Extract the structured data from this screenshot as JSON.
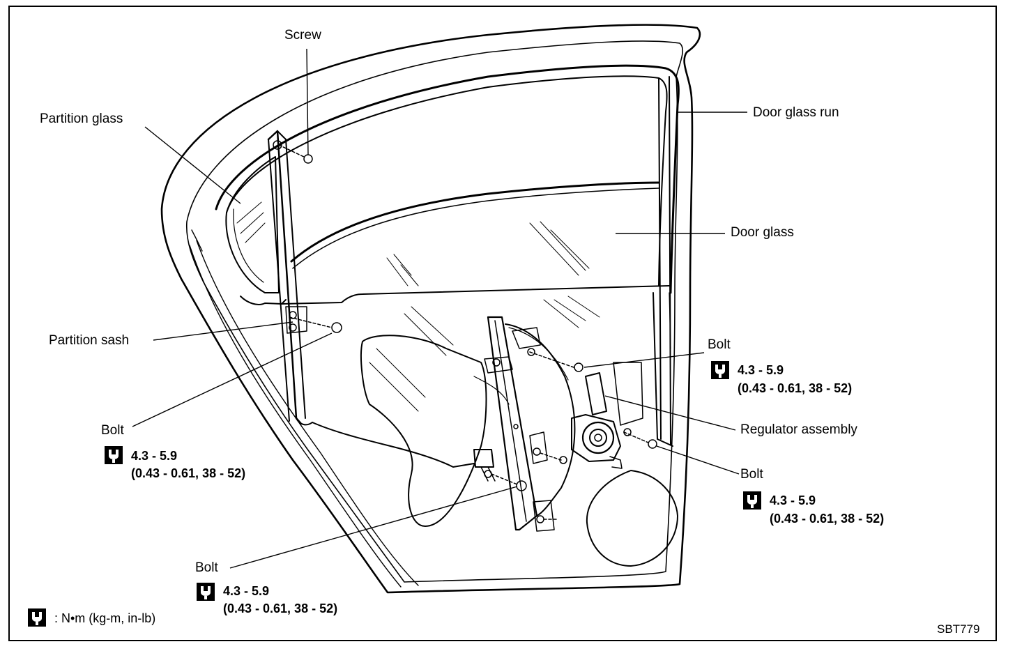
{
  "labels": {
    "screw": "Screw",
    "partition_glass": "Partition glass",
    "door_glass_run": "Door glass run",
    "door_glass": "Door glass",
    "partition_sash": "Partition sash",
    "regulator_assembly": "Regulator assembly"
  },
  "bolts": [
    {
      "label": "Bolt",
      "torque": "4.3 - 5.9",
      "torque_alt": "(0.43 - 0.61, 38 - 52)"
    },
    {
      "label": "Bolt",
      "torque": "4.3 - 5.9",
      "torque_alt": "(0.43 - 0.61, 38 - 52)"
    },
    {
      "label": "Bolt",
      "torque": "4.3 - 5.9",
      "torque_alt": "(0.43 - 0.61, 38 - 52)"
    },
    {
      "label": "Bolt",
      "torque": "4.3 - 5.9",
      "torque_alt": "(0.43 - 0.61, 38 - 52)"
    }
  ],
  "legend": {
    "unit_text": ":  N•m  (kg-m,  in-lb)",
    "icon": "torque-wrench-icon"
  },
  "figure_code": "SBT779",
  "colors": {
    "line": "#000000",
    "background": "#ffffff"
  }
}
